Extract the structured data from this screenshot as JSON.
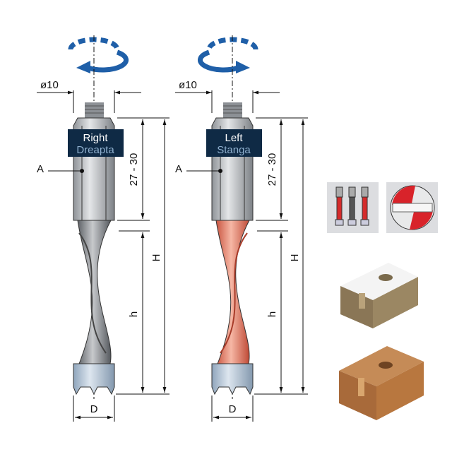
{
  "drills": [
    {
      "label": "Right",
      "label_ro": "Dreapta",
      "rotation": "clockwise",
      "flute_color": "#8a8d92"
    },
    {
      "label": "Left",
      "label_ro": "Stanga",
      "rotation": "counter-clockwise",
      "flute_color": "#e07a63"
    }
  ],
  "dimensions": {
    "shank_diameter": "ø10",
    "shank_length": "27 - 30",
    "total_length": "H",
    "flute_length": "h",
    "diameter": "D",
    "point_a": "A"
  },
  "colors": {
    "arrow": "#1f5fa8",
    "label_bg": "#0f2a45",
    "shank": "#b9bcc0"
  },
  "thumbnails": [
    "drill-set-icon",
    "drill-tip-section-icon",
    "chipboard-block-image",
    "wood-block-image"
  ]
}
